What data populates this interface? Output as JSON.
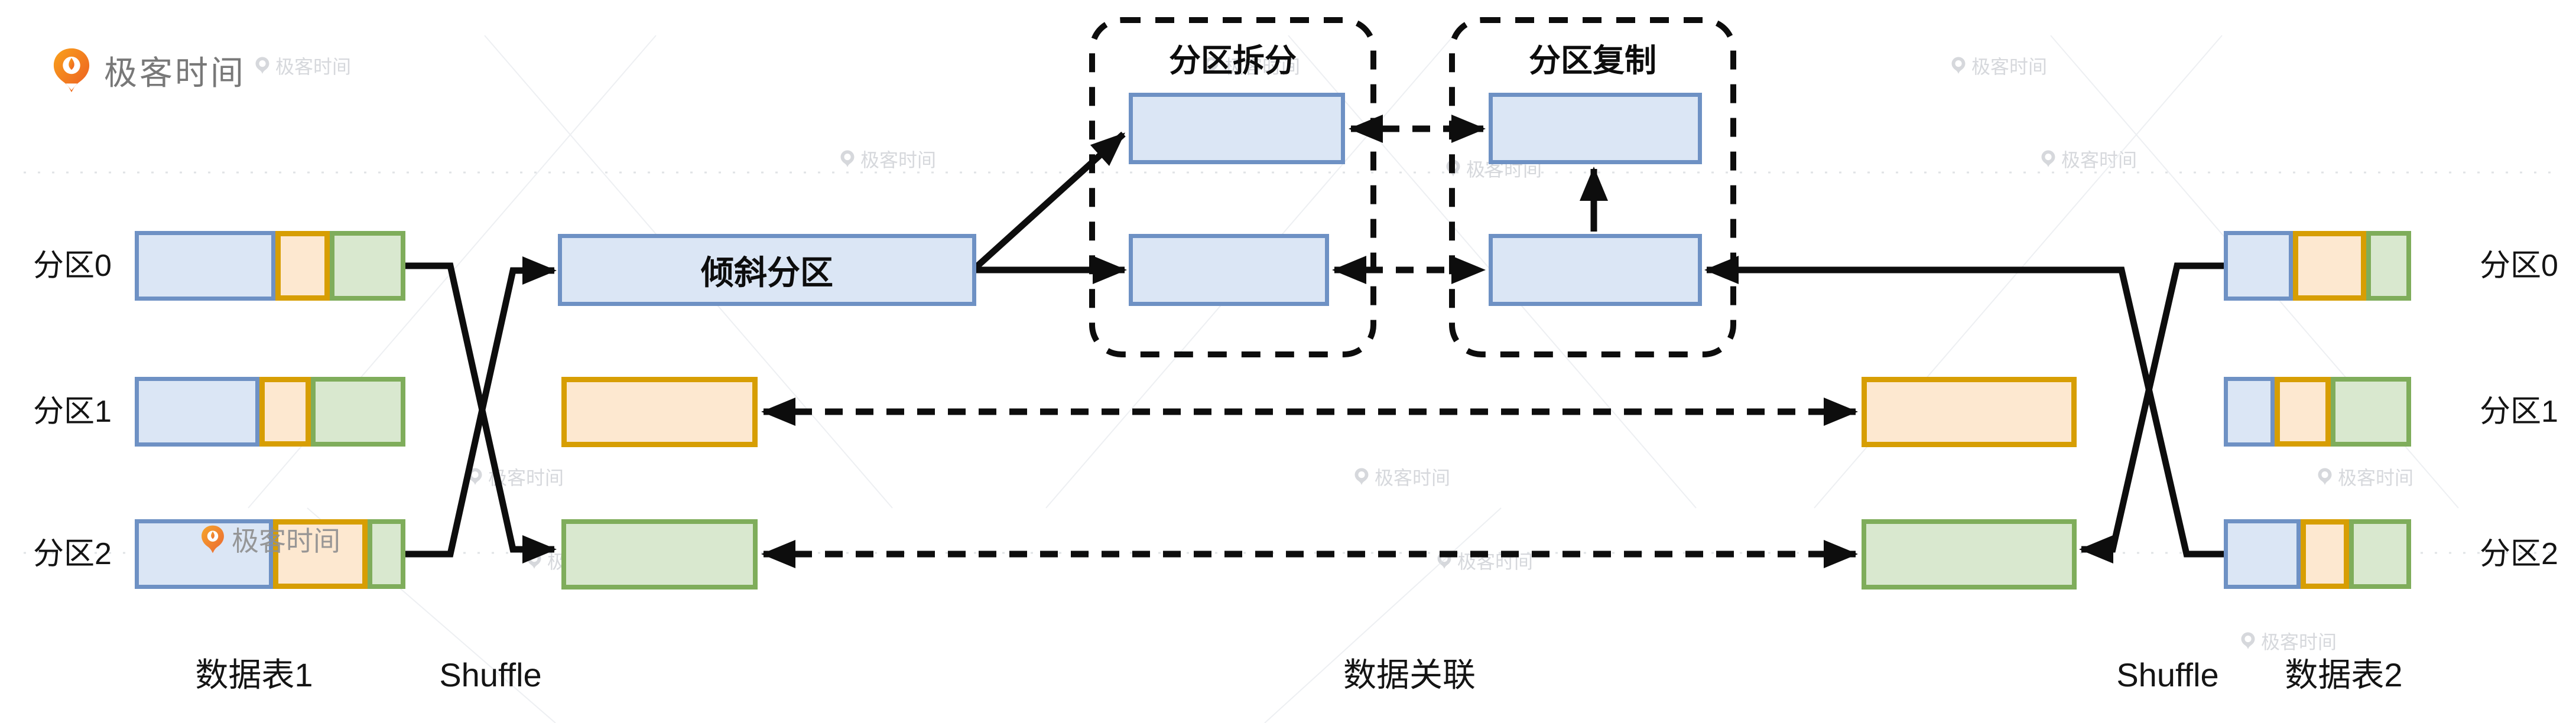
{
  "brand": {
    "logo_text": "极客时间"
  },
  "tables": {
    "left": {
      "caption": "数据表1",
      "partitions": [
        {
          "label": "分区0",
          "segments": [
            {
              "color": "blue",
              "pct": 52
            },
            {
              "color": "orange",
              "pct": 20
            },
            {
              "color": "green",
              "pct": 28
            }
          ]
        },
        {
          "label": "分区1",
          "segments": [
            {
              "color": "blue",
              "pct": 46
            },
            {
              "color": "orange",
              "pct": 19
            },
            {
              "color": "green",
              "pct": 35
            }
          ]
        },
        {
          "label": "分区2",
          "segments": [
            {
              "color": "blue",
              "pct": 51
            },
            {
              "color": "orange",
              "pct": 35
            },
            {
              "color": "green",
              "pct": 14
            }
          ]
        }
      ]
    },
    "right": {
      "caption": "数据表2",
      "partitions": [
        {
          "label": "分区0",
          "segments": [
            {
              "color": "blue",
              "pct": 37
            },
            {
              "color": "orange",
              "pct": 39
            },
            {
              "color": "green",
              "pct": 24
            }
          ]
        },
        {
          "label": "分区1",
          "segments": [
            {
              "color": "blue",
              "pct": 27
            },
            {
              "color": "orange",
              "pct": 30
            },
            {
              "color": "green",
              "pct": 43
            }
          ]
        },
        {
          "label": "分区2",
          "segments": [
            {
              "color": "blue",
              "pct": 41
            },
            {
              "color": "orange",
              "pct": 26
            },
            {
              "color": "green",
              "pct": 33
            }
          ]
        }
      ]
    }
  },
  "shuffle": {
    "left_label": "Shuffle",
    "right_label": "Shuffle"
  },
  "flow": {
    "skewed_partition": "倾斜分区",
    "partition_split": "分区拆分",
    "partition_copy": "分区复制",
    "data_join": "数据关联"
  },
  "watermark": {
    "text": "极客时间"
  },
  "colors": {
    "blue_border": "#6e91c4",
    "blue_fill": "#dbe6f5",
    "orange_border": "#d79e03",
    "orange_fill": "#fde8d0",
    "green_border": "#7fad5b",
    "green_fill": "#d9e8cf",
    "line": "#0d0d0d",
    "brand_orange": "#f26d21",
    "watermark_gray": "#c9ccd1"
  }
}
